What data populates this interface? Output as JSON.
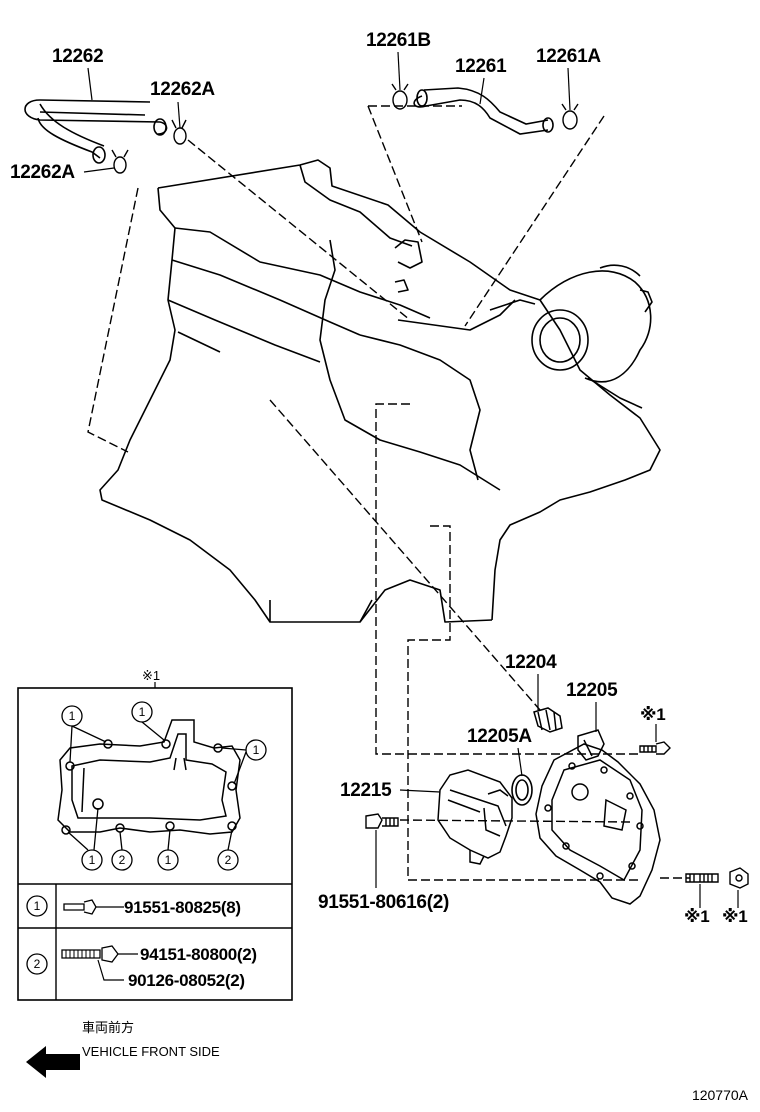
{
  "labels": {
    "p12262": "12262",
    "p12262A_top": "12262A",
    "p12262A_left": "12262A",
    "p12261B": "12261B",
    "p12261": "12261",
    "p12261A": "12261A",
    "p12204": "12204",
    "p12205": "12205",
    "p12205A": "12205A",
    "p12215": "12215",
    "p91551_80616": "91551-80616(2)",
    "note_mark_1": "※1",
    "note_mark_2": "※1",
    "note_mark_3": "※1",
    "note_mark_4": "※1"
  },
  "inset": {
    "title": "※1",
    "circle_1": "1",
    "circle_2": "2",
    "legend": [
      {
        "marker": "1",
        "parts": [
          "91551-80825(8)"
        ]
      },
      {
        "marker": "2",
        "parts": [
          "94151-80800(2)",
          "90126-08052(2)"
        ]
      }
    ]
  },
  "direction": {
    "jp": "車両前方",
    "en": "VEHICLE FRONT SIDE"
  },
  "figure_code": "120770A"
}
